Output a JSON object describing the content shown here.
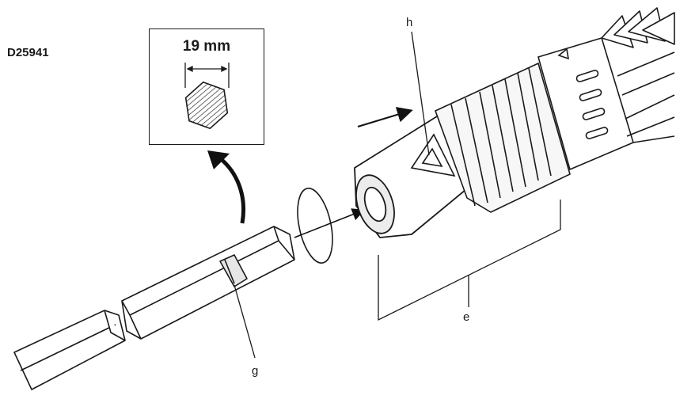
{
  "figure": {
    "model_code": "D25941",
    "shank_size": "19 mm",
    "callouts": {
      "g": "g",
      "h": "h",
      "e": "e"
    }
  }
}
